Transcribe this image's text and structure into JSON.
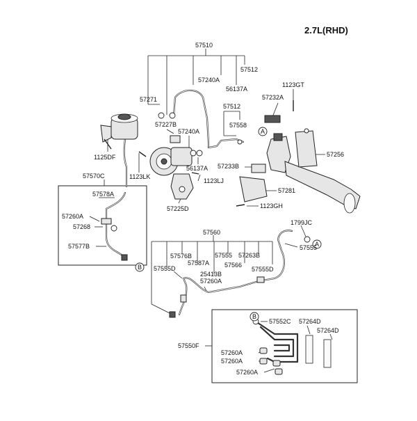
{
  "diagram": {
    "title": "2.7L(RHD)",
    "colors": {
      "ink": "#111111",
      "background": "#ffffff",
      "part_fill": "#e6e6e6",
      "dark_fill": "#555555"
    },
    "callouts": [
      "A",
      "B"
    ],
    "labels": [
      "57510",
      "57240A",
      "57512",
      "57271",
      "56137A",
      "1123GT",
      "57232A",
      "57512",
      "57558",
      "57227B",
      "57240A",
      "57256",
      "1125DF",
      "57233B",
      "56137A",
      "1123LK",
      "1123LJ",
      "57281",
      "57570C",
      "57578A",
      "1123GH",
      "57225D",
      "57260A",
      "57268",
      "57560",
      "1799JC",
      "57555",
      "57577B",
      "57576B",
      "57587A",
      "57555",
      "57566",
      "57263B",
      "57555D",
      "57555D",
      "25413B",
      "57260A",
      "57552C",
      "57264D",
      "57264D",
      "57550F",
      "57260A",
      "57260A",
      "57260A"
    ]
  }
}
